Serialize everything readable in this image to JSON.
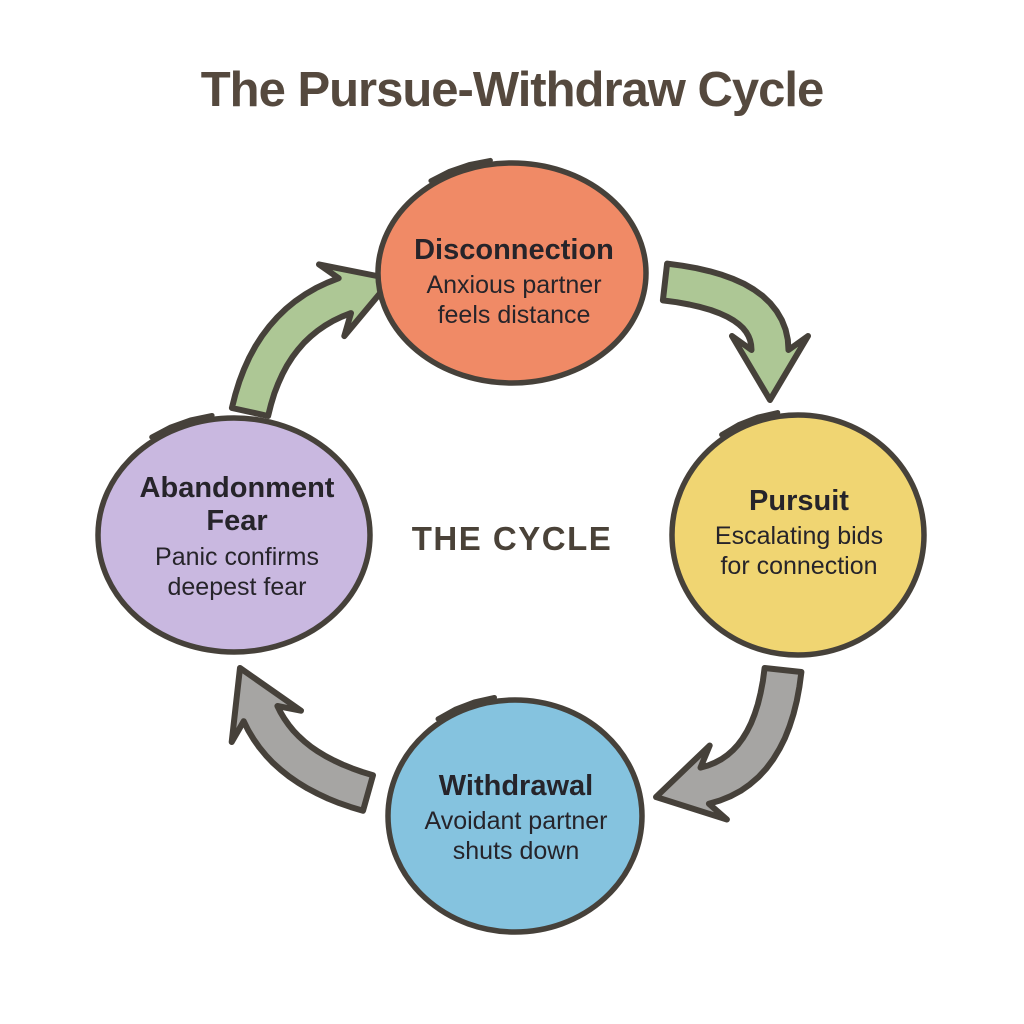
{
  "title": "The Pursue-Withdraw Cycle",
  "center_label": "THE CYCLE",
  "colors": {
    "background": "#FFFFFF",
    "outline": "#46413A",
    "title_text": "#55493E",
    "center_text": "#4A4238",
    "node_text": "#26242A",
    "arrow_green": "#ADC795",
    "arrow_gray": "#A6A5A3"
  },
  "nodes": [
    {
      "id": "disconnection",
      "title": "Disconnection",
      "subtitle_lines": [
        "Anxious partner",
        "feels distance"
      ],
      "fill": "#F08A66"
    },
    {
      "id": "pursuit",
      "title": "Pursuit",
      "subtitle_lines": [
        "Escalating bids",
        "for connection"
      ],
      "fill": "#F0D572"
    },
    {
      "id": "withdrawal",
      "title": "Withdrawal",
      "subtitle_lines": [
        "Avoidant partner",
        "shuts down"
      ],
      "fill": "#85C3DF"
    },
    {
      "id": "abandonment-fear",
      "title": "Abandonment Fear",
      "subtitle_lines": [
        "Panic confirms",
        "deepest fear"
      ],
      "fill": "#C9B8E0"
    }
  ],
  "arrows": [
    {
      "from": "disconnection",
      "to": "pursuit",
      "color": "#ADC795"
    },
    {
      "from": "pursuit",
      "to": "withdrawal",
      "color": "#A6A5A3"
    },
    {
      "from": "withdrawal",
      "to": "abandonment-fear",
      "color": "#A6A5A3"
    },
    {
      "from": "abandonment-fear",
      "to": "disconnection",
      "color": "#ADC795"
    }
  ]
}
